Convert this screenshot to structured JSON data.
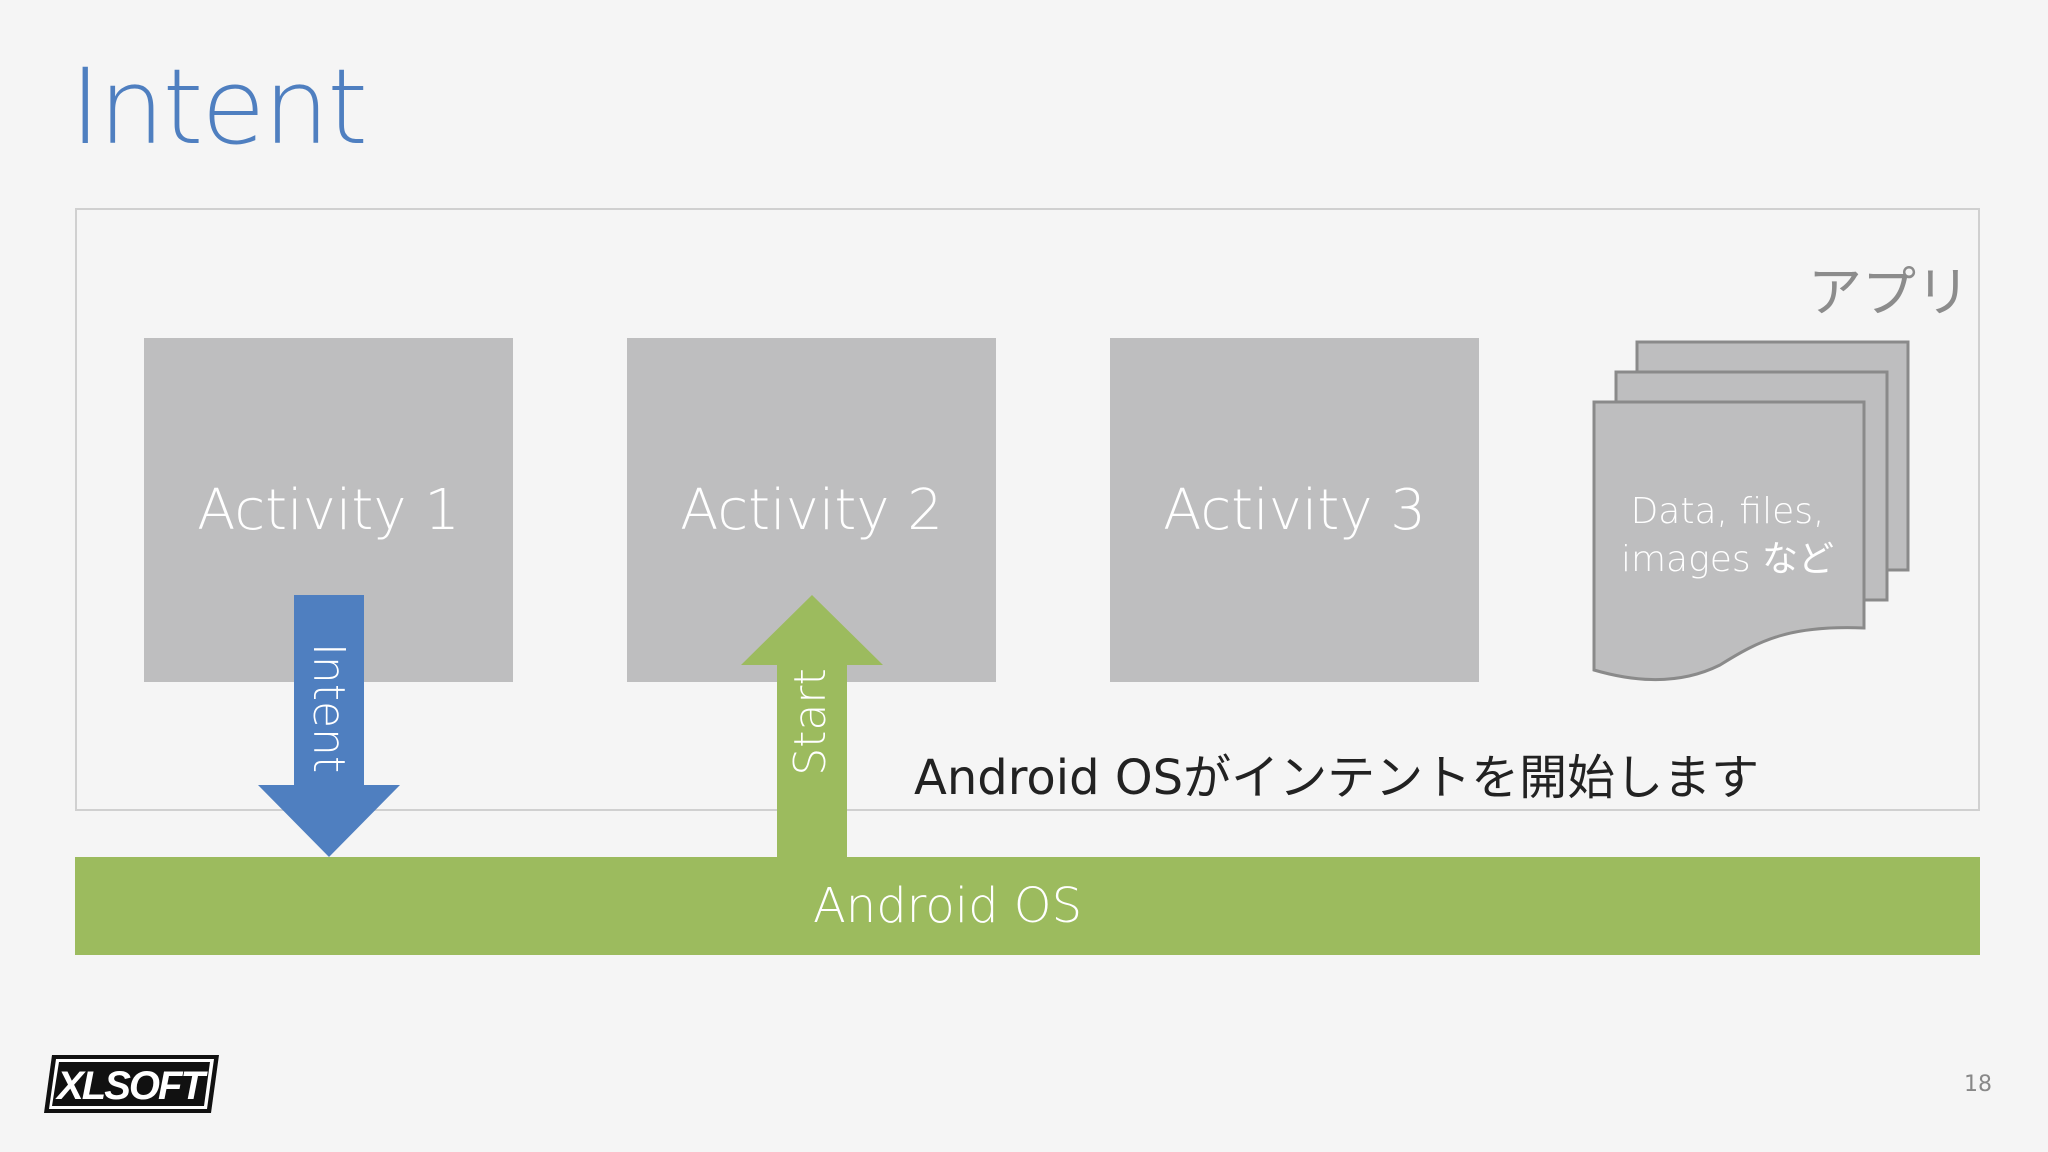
{
  "slide": {
    "title": "Intent",
    "app_label": "アプリ",
    "activities": [
      "Activity 1",
      "Activity 2",
      "Activity 3"
    ],
    "documents": {
      "line1": "Data, files,",
      "line2": "images など"
    },
    "os_label": "Android OS",
    "intent_arrow_label": "Intent",
    "start_arrow_label": "Start",
    "caption": "Android OSがインテントを開始します",
    "logo_text": "XLSOFT",
    "page_number": "18"
  },
  "colors": {
    "title": "#4f7fc0",
    "activity_box": "#bebebf",
    "os_bar": "#9cbb5e",
    "intent_arrow": "#4f7fc0",
    "start_arrow": "#9cbb5e"
  }
}
